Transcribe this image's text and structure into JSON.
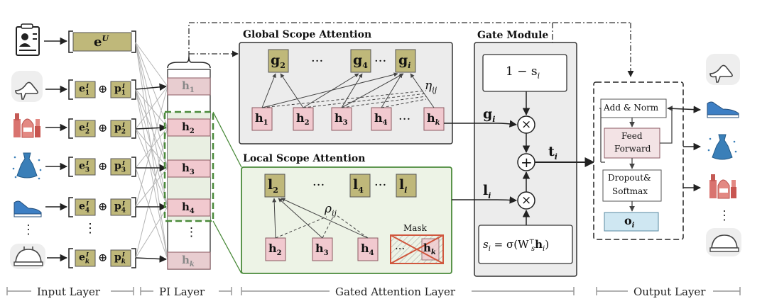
{
  "input_embeddings": {
    "user": "e",
    "user_sup": "U",
    "items": [
      {
        "e": "e",
        "e_sub": "1",
        "p": "p",
        "p_sub": "1"
      },
      {
        "e": "e",
        "e_sub": "2",
        "p": "p",
        "p_sub": "2"
      },
      {
        "e": "e",
        "e_sub": "3",
        "p": "p",
        "p_sub": "3"
      },
      {
        "e": "e",
        "e_sub": "4",
        "p": "p",
        "p_sub": "4"
      },
      {
        "e": "e",
        "e_sub": "k",
        "p": "p",
        "p_sub": "k"
      }
    ],
    "item_sup": "I",
    "plus": "⊕",
    "vdots": "⋮"
  },
  "pi_layer": {
    "cells": [
      "h1",
      "h2",
      "h3",
      "h4",
      "⋮",
      "hk"
    ],
    "h": "h",
    "subs": [
      "1",
      "2",
      "3",
      "4",
      "k"
    ]
  },
  "global_scope": {
    "title": "Global Scope Attention",
    "g_nodes": [
      {
        "sym": "g",
        "sub": "2"
      },
      {
        "sym": "g",
        "sub": "4"
      },
      {
        "sym": "g",
        "sub": "i"
      }
    ],
    "h_nodes": [
      {
        "sym": "h",
        "sub": "1"
      },
      {
        "sym": "h",
        "sub": "2"
      },
      {
        "sym": "h",
        "sub": "3"
      },
      {
        "sym": "h",
        "sub": "4"
      },
      {
        "sym": "h",
        "sub": "k"
      }
    ],
    "ellipsis": "···",
    "weight": "η",
    "weight_sub": "ij"
  },
  "local_scope": {
    "title": "Local Scope Attention",
    "l_nodes": [
      {
        "sym": "l",
        "sub": "2"
      },
      {
        "sym": "l",
        "sub": "4"
      },
      {
        "sym": "l",
        "sub": "i"
      }
    ],
    "h_nodes": [
      {
        "sym": "h",
        "sub": "2"
      },
      {
        "sym": "h",
        "sub": "3"
      },
      {
        "sym": "h",
        "sub": "4"
      },
      {
        "sym": "h",
        "sub": "k"
      }
    ],
    "ellipsis": "···",
    "weight": "ρ",
    "weight_sub": "ij",
    "mask_label": "Mask"
  },
  "gate_module": {
    "title": "Gate Module",
    "one_minus": "1 − s",
    "one_minus_sub": "i",
    "g_out": "g",
    "l_out": "l",
    "t_out": "t",
    "sub": "i",
    "times": "×",
    "plus": "+",
    "gate_formula_a": "s",
    "gate_formula_b": " = σ(W",
    "gate_formula_sub": "s",
    "gate_formula_sup": "⊤",
    "gate_formula_c": "h",
    "gate_formula_d": ")"
  },
  "output_block": {
    "add_norm": "Add & Norm",
    "feed_forward_1": "Feed",
    "feed_forward_2": "Forward",
    "dropout_1": "Dropout&",
    "dropout_2": "Softmax",
    "o": "o",
    "o_sub": "i"
  },
  "layers": [
    "Input Layer",
    "PI Layer",
    "Gated Attention Layer",
    "Output Layer"
  ],
  "icons": {
    "user": "user-profile-icon",
    "item_1": "high-heel-icon",
    "item_2": "cosmetics-icon",
    "item_3": "dress-icon",
    "item_4": "sneaker-icon",
    "item_k": "shoe-polisher-icon",
    "out_1": "high-heel-icon",
    "out_2": "sneaker-icon",
    "out_3": "dress-icon",
    "out_4": "cosmetics-icon",
    "out_k": "shoe-polisher-icon"
  },
  "colors": {
    "olive": "#bfb87a",
    "pink": "#f1c9cf",
    "pink_border": "#8b5a62",
    "green_dash": "#4a8a3a",
    "local_bg": "#edf3e6",
    "global_bg": "#ececec",
    "blue_cell": "#cfe7f2",
    "mask_red": "#d0573e"
  }
}
